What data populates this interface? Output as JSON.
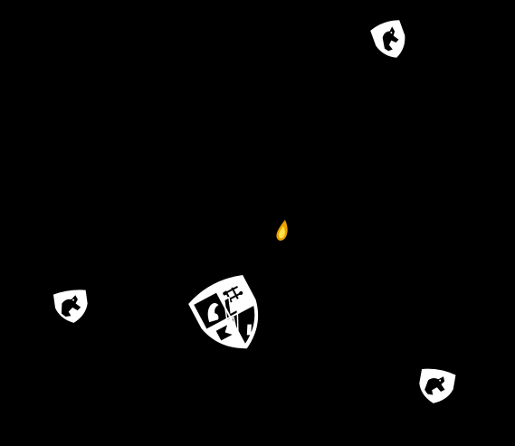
{
  "scene": {
    "background": "#000000",
    "theme": "heraldic shield space shooter"
  },
  "player": {
    "name": "heraldic-shield-ship",
    "icon": "quartered-shield-icon",
    "colors": {
      "field": "#ffffff",
      "charges": "#000000"
    }
  },
  "enemies": [
    {
      "name": "lion-shield-enemy",
      "icon": "lion-shield-icon"
    },
    {
      "name": "lion-shield-enemy",
      "icon": "lion-shield-icon"
    },
    {
      "name": "lion-shield-enemy",
      "icon": "lion-shield-icon"
    }
  ],
  "projectiles": [
    {
      "name": "fireball",
      "icon": "flame-icon",
      "colors": {
        "outer": "#e8a000",
        "inner": "#ffe14a"
      }
    }
  ]
}
